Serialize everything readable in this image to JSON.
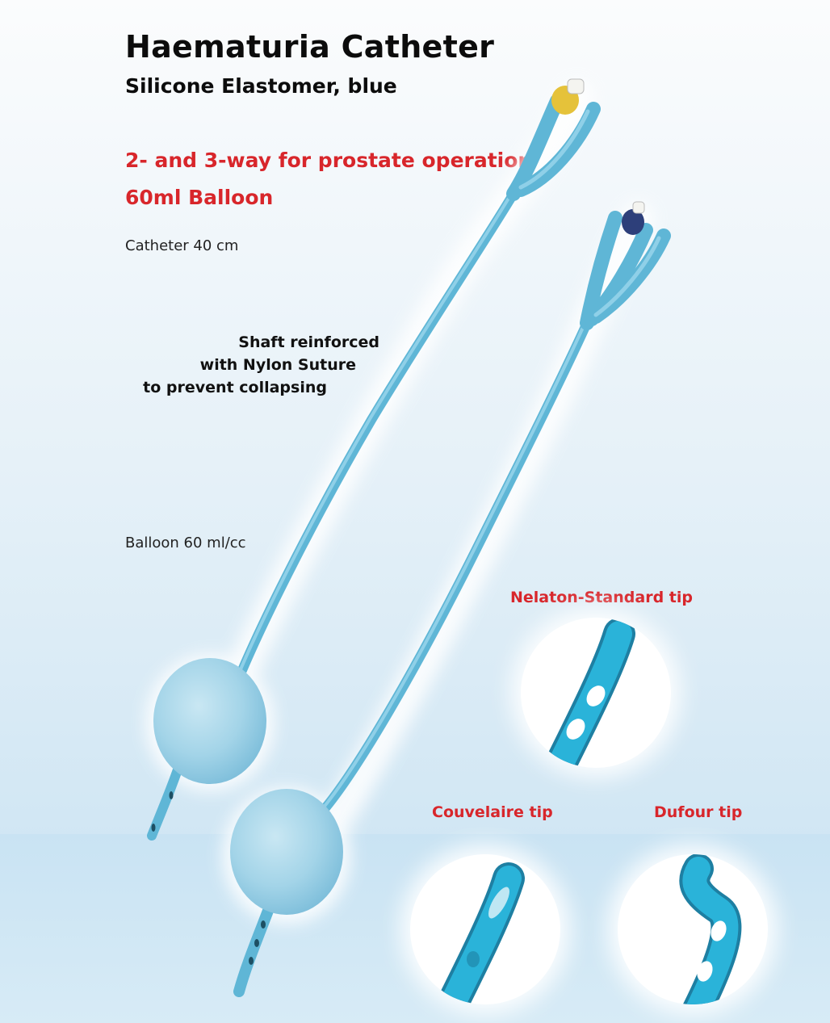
{
  "header": {
    "title": "Haematuria Catheter",
    "subtitle": "Silicone Elastomer, blue"
  },
  "highlights": {
    "line1": "2- and 3-way for prostate operation",
    "line2": "60ml Balloon"
  },
  "specs": {
    "catheter_length": "Catheter 40 cm",
    "balloon_volume": "Balloon 60 ml/cc"
  },
  "shaft_note": {
    "line1": "Shaft reinforced",
    "line2": "with Nylon Suture",
    "line3": "to prevent collapsing"
  },
  "tips": {
    "nelaton": "Nelaton-Standard tip",
    "couvelaire": "Couvelaire tip",
    "dufour": "Dufour tip"
  },
  "colors": {
    "catheter_blue": "#6cc1dd",
    "balloon_blue": "#a9d6e8",
    "tip_blue": "#2ab3d9",
    "label_red": "#d8262b",
    "valve_yellow": "#e5c23a",
    "valve_navy": "#2d3f7a"
  },
  "icons": {
    "catheter_2way": "two-way-catheter-icon",
    "catheter_3way": "three-way-catheter-icon"
  }
}
